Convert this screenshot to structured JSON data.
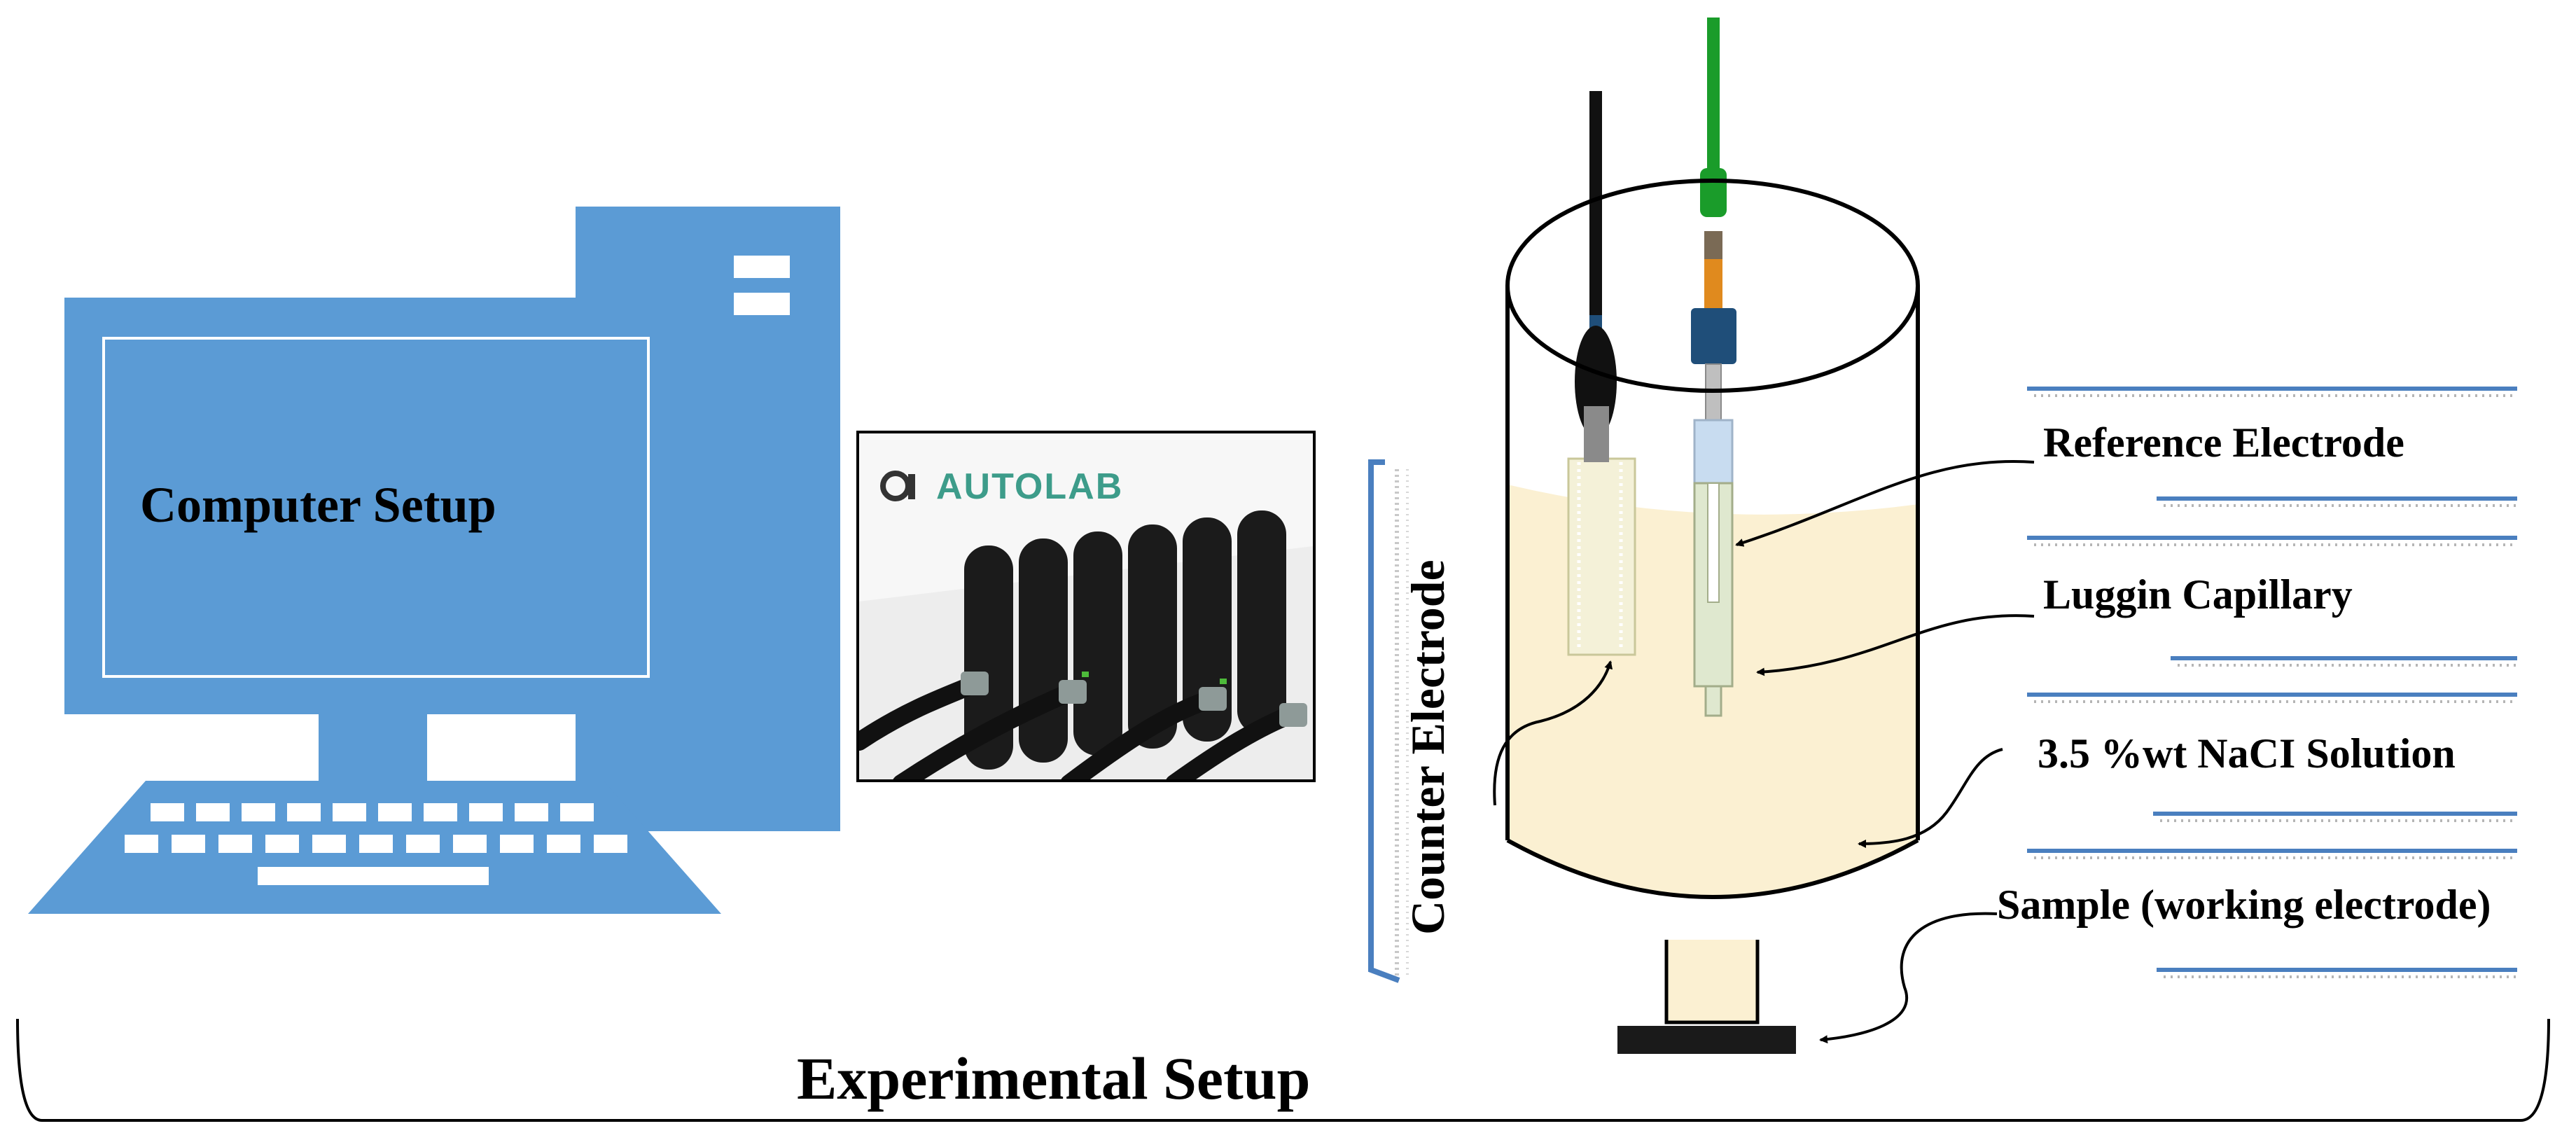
{
  "labels": {
    "computer": "Computer Setup",
    "reference": "Reference Electrode",
    "luggin": "Luggin Capillary",
    "solution": "3.5 %wt NaCI Solution",
    "sample": "Sample (working electrode)",
    "counter": "Counter Electrode",
    "experimental": "Experimental Setup",
    "autolab_brand": "AUTOLAB"
  },
  "colors": {
    "computer_blue": "#5b9bd5",
    "computer_light": "#ffffff",
    "solution": "#fbf0d2",
    "reference_green": "#1a9c2a",
    "electrode_blue": "#1f4e79",
    "plate_dark": "#1a1a1a",
    "autolab_teal": "#3d9c8a"
  },
  "icons": {
    "computer": "desktop-computer-icon",
    "instrument": "autolab-potentiostat-photo",
    "cell": "electrochemical-cell-icon"
  }
}
